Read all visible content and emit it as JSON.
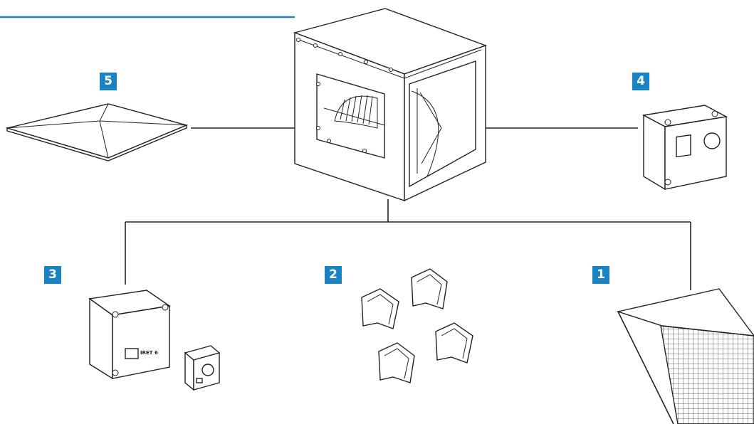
{
  "badges": {
    "b1": "1",
    "b2": "2",
    "b3": "3",
    "b4": "4",
    "b5": "5"
  },
  "accent_color": "#1a83c4",
  "controller_label": "IRET 6",
  "items": [
    {
      "number": "1",
      "component": "mesh-filter"
    },
    {
      "number": "2",
      "component": "anti-vibration-feet"
    },
    {
      "number": "3",
      "component": "speed-controller"
    },
    {
      "number": "4",
      "component": "switch-box"
    },
    {
      "number": "5",
      "component": "rain-roof"
    }
  ]
}
